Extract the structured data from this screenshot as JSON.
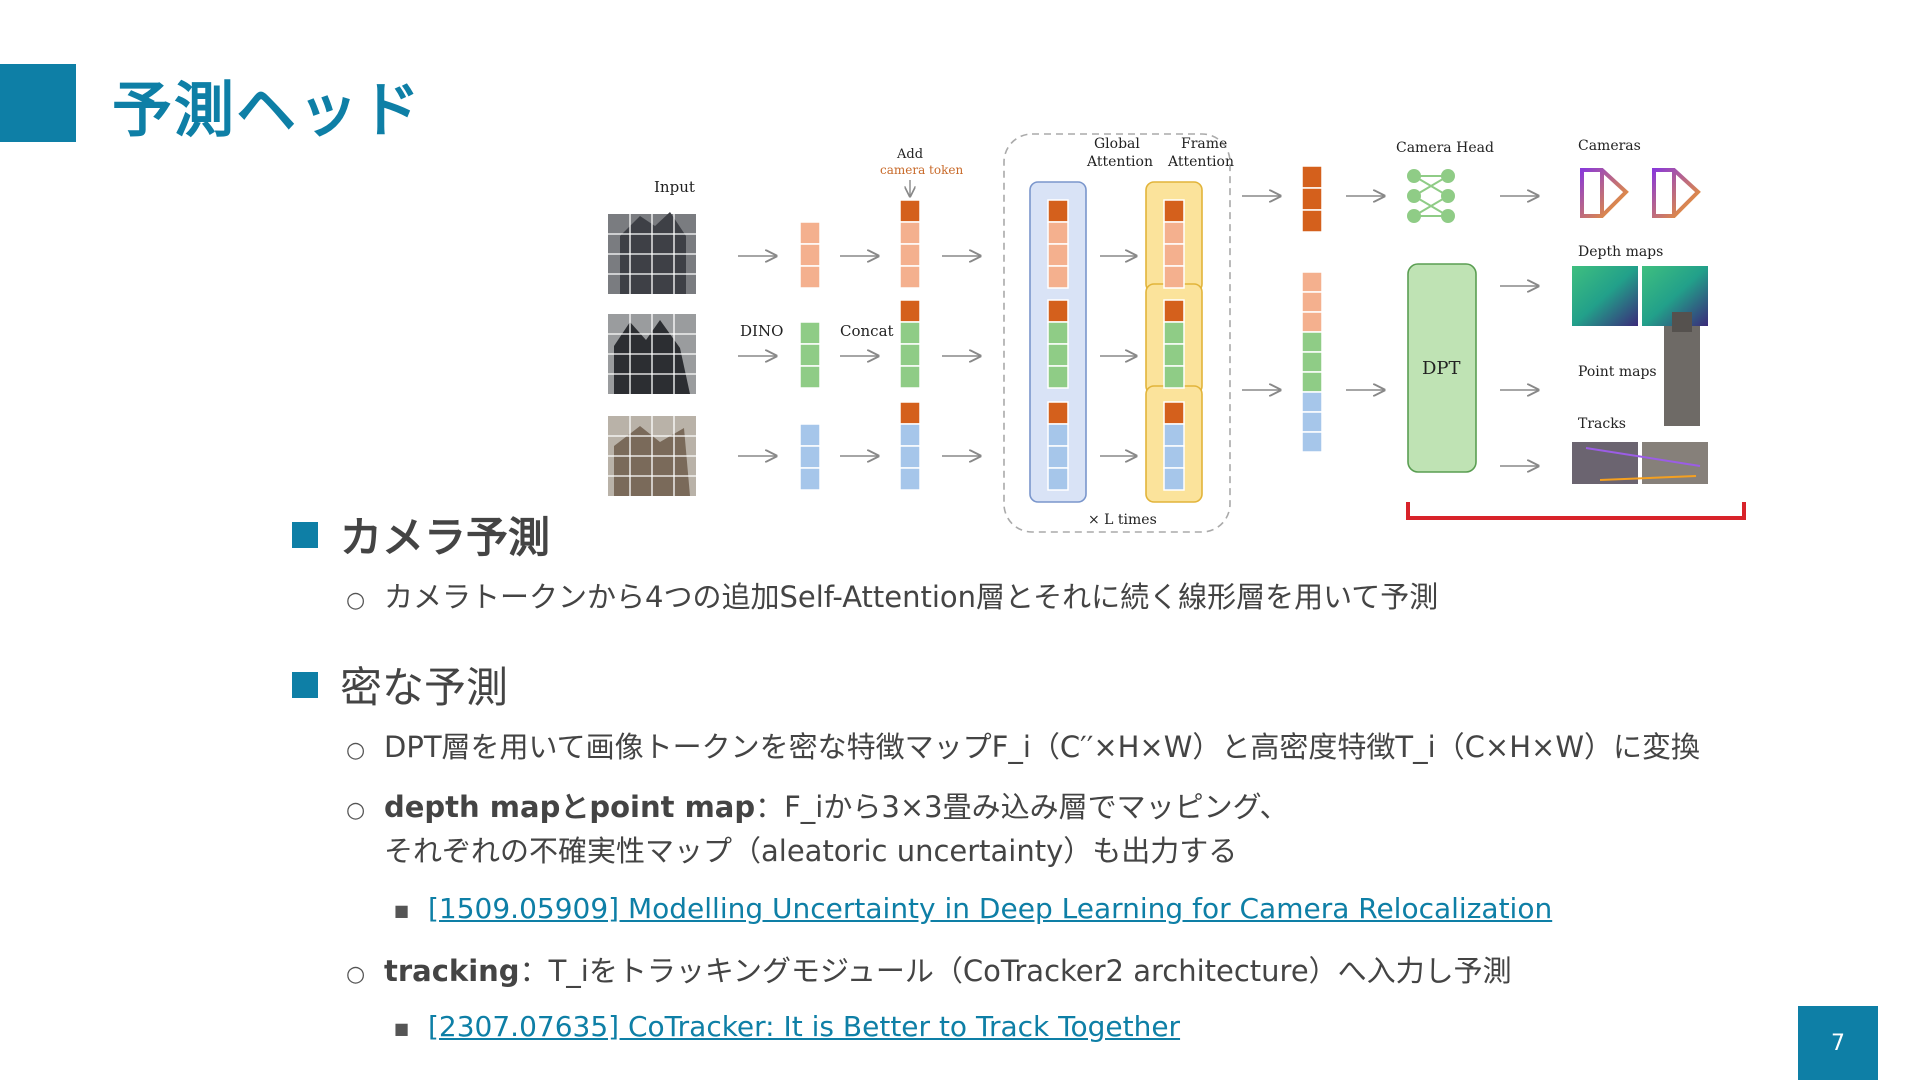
{
  "slide": {
    "title": "予測ヘッド",
    "page_number": "7",
    "accent_color": "#0e7fa6"
  },
  "diagram": {
    "input_label": "Input",
    "dino_label": "DINO",
    "concat_label": "Concat",
    "add_label": "Add",
    "camera_token_label": "camera token",
    "global_attention": [
      "Global",
      "Attention"
    ],
    "frame_attention": [
      "Frame",
      "Attention"
    ],
    "times_label": "× L times",
    "camera_head_label": "Camera Head",
    "cameras_label": "Cameras",
    "depth_maps_label": "Depth maps",
    "dpt_label": "DPT",
    "point_maps_label": "Point maps",
    "tracks_label": "Tracks",
    "colors": {
      "camera_token": "#d4601c",
      "peach": "#f4b08e",
      "green": "#8fcc86",
      "blue": "#a6c6ea",
      "global_fill": "#d9e3f6",
      "frame_fill": "#fbe39b",
      "dpt_fill": "#bfe3b4",
      "bracket": "#d8232a"
    }
  },
  "sections": {
    "camera": {
      "heading": "カメラ予測",
      "item1": "カメラトークンから4つの追加Self-Attention層とそれに続く線形層を用いて予測"
    },
    "dense": {
      "heading": "密な予測",
      "item1": "DPT層を用いて画像トークンを密な特徴マップF_i（C′′×H×W）と高密度特徴T_i（C×H×W）に変換",
      "item2_bold": "depth mapとpoint map",
      "item2_rest": "：F_iから3×3畳み込み層でマッピング、",
      "item2_line2": "それぞれの不確実性マップ（aleatoric uncertainty）も出力する",
      "link1": "[1509.05909] Modelling Uncertainty in Deep Learning for Camera Relocalization",
      "item3_bold": "tracking",
      "item3_rest": "：T_iをトラッキングモジュール（CoTracker2 architecture）へ入力し予測",
      "link2": "[2307.07635] CoTracker: It is Better to Track Together"
    }
  }
}
